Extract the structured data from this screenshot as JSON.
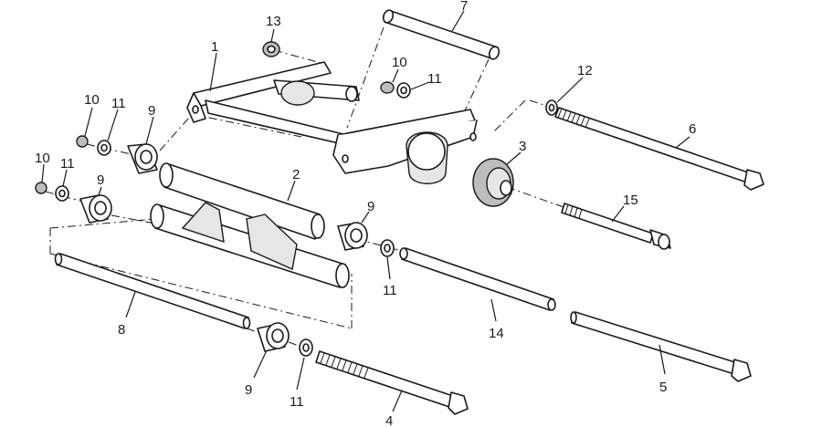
{
  "diagram": {
    "callouts": {
      "c1": "1",
      "c2": "2",
      "c3": "3",
      "c4": "4",
      "c5": "5",
      "c6": "6",
      "c7": "7",
      "c8": "8",
      "c9a": "9",
      "c9b": "9",
      "c9c": "9",
      "c9d": "9",
      "c10a": "10",
      "c10b": "10",
      "c10c": "10",
      "c11a": "11",
      "c11b": "11",
      "c11c": "11",
      "c11d": "11",
      "c11e": "11",
      "c12": "12",
      "c13": "13",
      "c14": "14",
      "c15": "15"
    }
  }
}
